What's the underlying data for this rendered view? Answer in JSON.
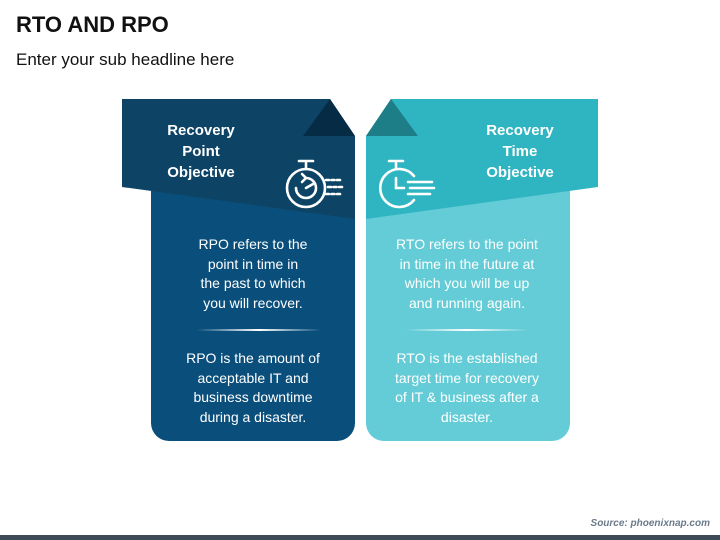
{
  "header": {
    "title": "RTO AND RPO",
    "subtitle": "Enter your sub headline here"
  },
  "cards": [
    {
      "heading": [
        "Recovery",
        "Point",
        "Objective"
      ],
      "paragraph_1": [
        "RPO refers to the",
        "point in time in",
        "the past to which",
        "you will recover."
      ],
      "paragraph_2": [
        "RPO is the amount of",
        "acceptable IT and",
        "business downtime",
        "during a disaster."
      ],
      "icon": "stopwatch-reverse-icon",
      "colors": {
        "body": "#0a4f7c",
        "ribbon": "#0d4466",
        "fold": "#062c45"
      }
    },
    {
      "heading": [
        "Recovery",
        "Time",
        "Objective"
      ],
      "paragraph_1": [
        "RTO refers to the point",
        "in time in the future at",
        "which you will be up",
        "and running again."
      ],
      "paragraph_2": [
        "RTO is the established",
        "target time for recovery",
        "of IT & business after a",
        "disaster."
      ],
      "icon": "stopwatch-fast-icon",
      "colors": {
        "body": "#63ccd6",
        "ribbon": "#2fb5c2",
        "fold": "#1e7e88"
      }
    }
  ],
  "footer": {
    "source": "Source: phoenixnap.com"
  }
}
